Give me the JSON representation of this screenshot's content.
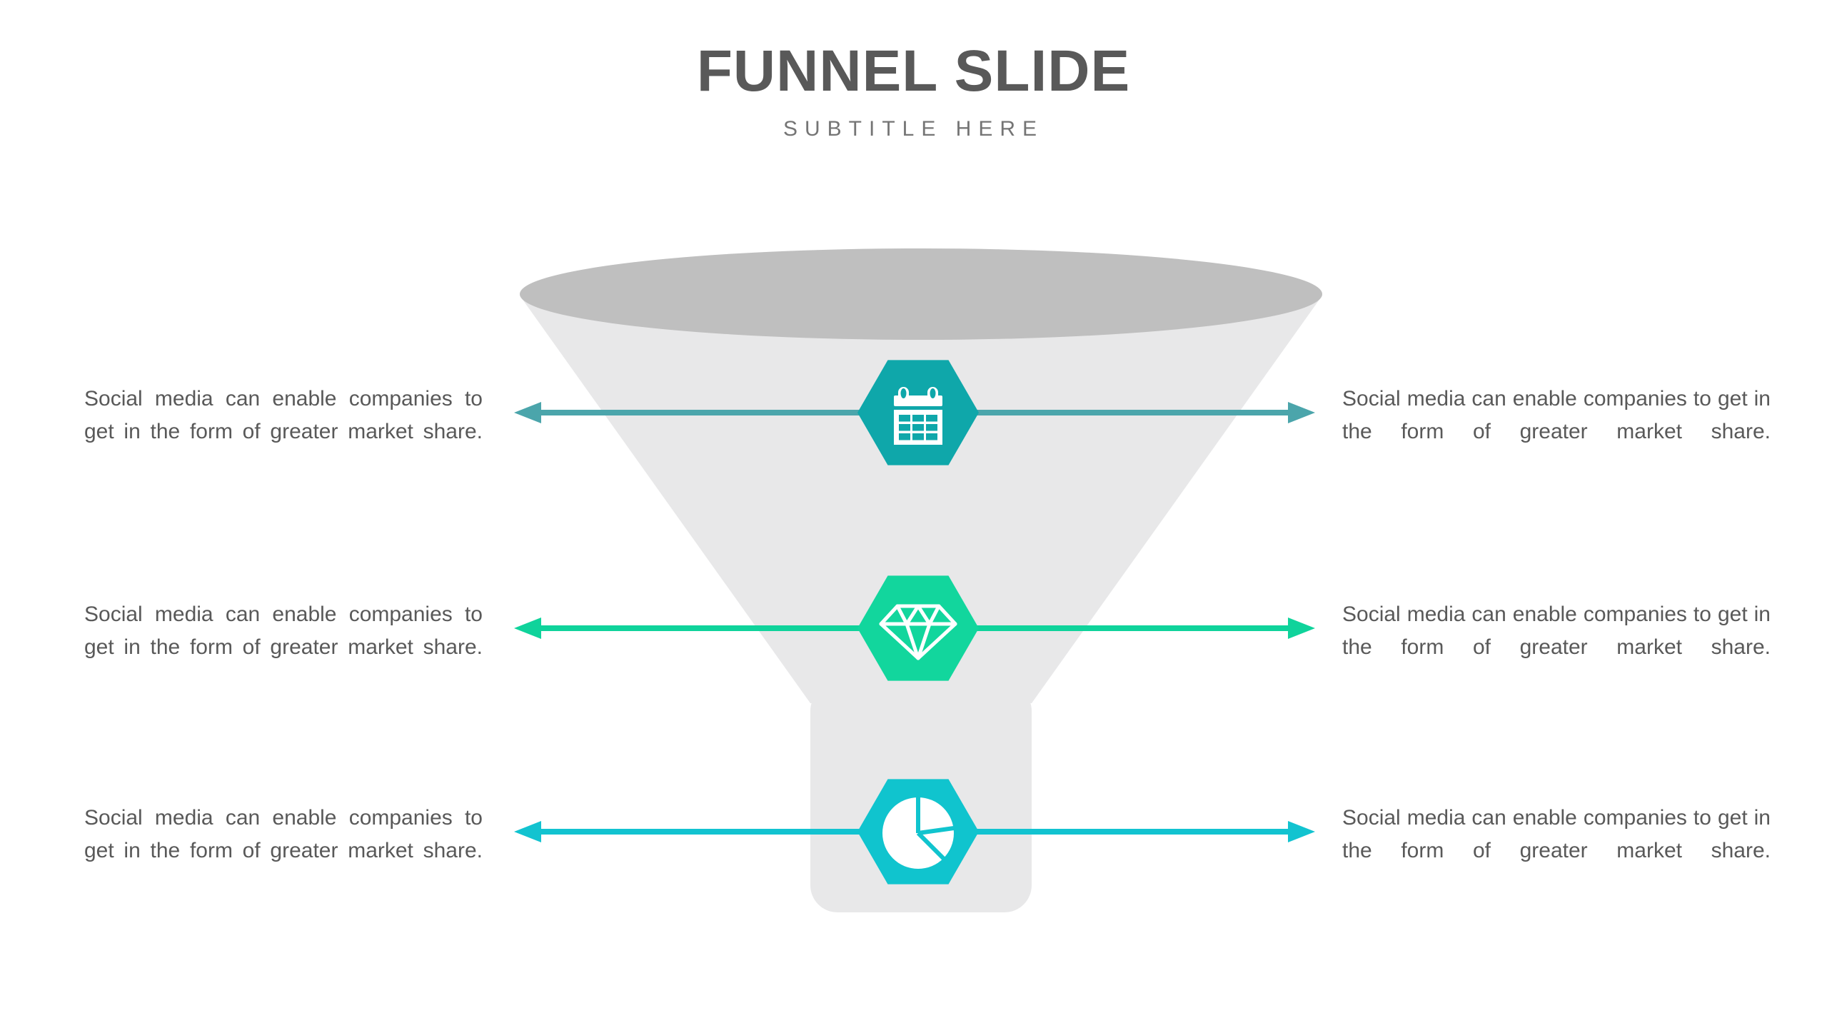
{
  "header": {
    "title": "FUNNEL SLIDE",
    "subtitle": "SUBTITLE HERE",
    "title_color": "#595959",
    "subtitle_color": "#757575"
  },
  "funnel": {
    "top_color": "#BFBFBF",
    "body_color": "#E8E8E9"
  },
  "text_color": "#595959",
  "rows": [
    {
      "icon": "calendar-icon",
      "hex_color": "#0FA7AA",
      "line_color": "#4BA5AB",
      "left_text": "Social media can enable companies to get in the form of greater market share.",
      "right_text": "Social media can enable companies to get in the form of greater market share."
    },
    {
      "icon": "diamond-icon",
      "hex_color": "#12D69D",
      "line_color": "#0FD39B",
      "left_text": "Social media can enable companies to get in the form of greater market share.",
      "right_text": "Social media can enable companies to get in the form of greater market share."
    },
    {
      "icon": "pie-chart-icon",
      "hex_color": "#10C4CE",
      "line_color": "#12C3D0",
      "left_text": "Social media can enable companies to get in the form of greater market share.",
      "right_text": "Social media can enable companies to get in the form of greater market share."
    }
  ]
}
